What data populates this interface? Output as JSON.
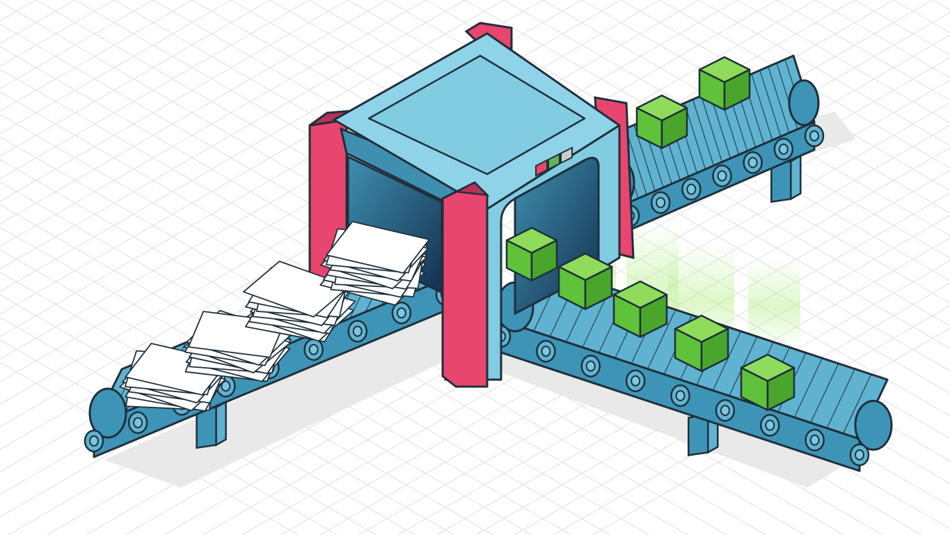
{
  "scene": {
    "subject": "isometric-conveyor-scanner",
    "colors": {
      "background": "#ffffff",
      "grid": "#e3e3e3",
      "outline": "#1f2f3a",
      "belt": "#5fb3d0",
      "belt_dark": "#3e94b6",
      "belt_slat": "#7cc6df",
      "machine_body": "#82cce2",
      "machine_top": "#8fd3e8",
      "machine_dark": "#3f8fb0",
      "tunnel": "#1e3a5f",
      "accent_pink": "#e8456f",
      "accent_pink_dark": "#b73258",
      "cube_top": "#8fdc5c",
      "cube_left": "#5fc23a",
      "cube_right": "#49a52b",
      "paper": "#ffffff",
      "shadow": "#e9e9e9",
      "beam": "#b6f08a"
    },
    "indicator_lights": [
      "#e8456f",
      "#5fb45a",
      "#cccccc"
    ],
    "input_items": "paper-stacks",
    "output_items": "green-cubes"
  }
}
